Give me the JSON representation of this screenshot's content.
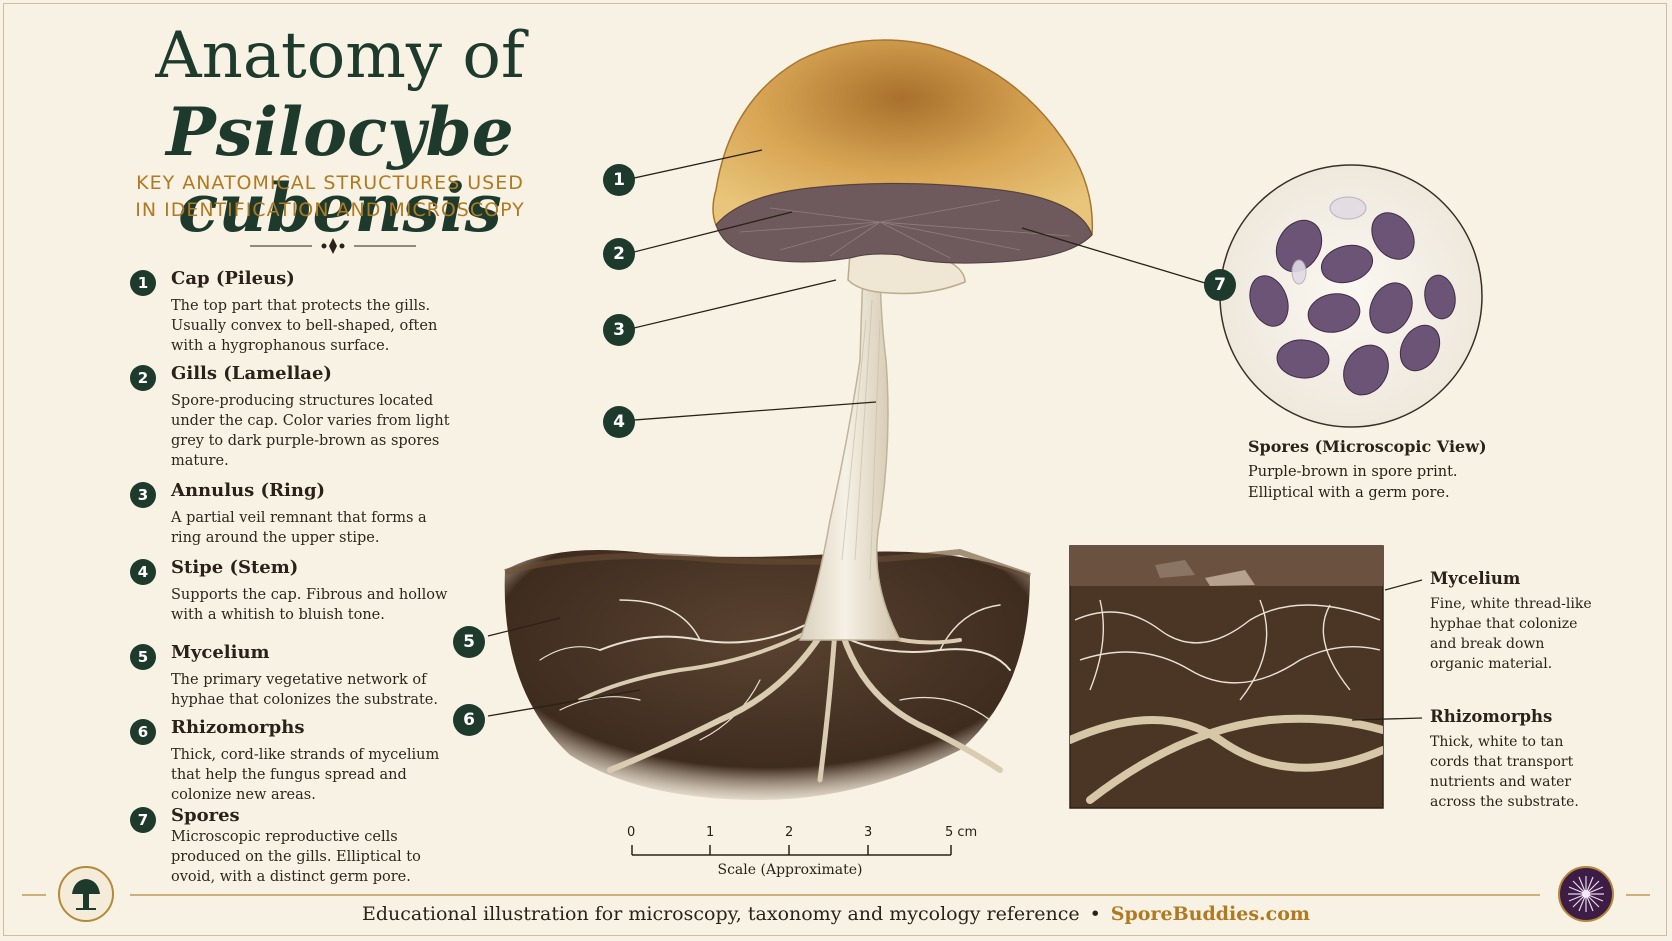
{
  "title": {
    "line1": "Anatomy of",
    "line2": "Psilocybe cubensis"
  },
  "subtitle": {
    "line1": "KEY ANATOMICAL STRUCTURES USED",
    "line2": "IN IDENTIFICATION AND MICROSCOPY"
  },
  "legend": [
    {
      "num": "1",
      "name": "Cap (Pileus)",
      "desc": "The top part that protects the gills. Usually convex to bell-shaped, often with a hygrophanous surface."
    },
    {
      "num": "2",
      "name": "Gills (Lamellae)",
      "desc": "Spore-producing structures located under the cap. Color varies from light grey to dark purple-brown as spores mature."
    },
    {
      "num": "3",
      "name": "Annulus (Ring)",
      "desc": "A partial veil remnant that forms a ring around the upper stipe."
    },
    {
      "num": "4",
      "name": "Stipe (Stem)",
      "desc": "Supports the cap. Fibrous and hollow with a whitish to bluish tone."
    },
    {
      "num": "5",
      "name": "Mycelium",
      "desc": "The primary vegetative network of hyphae that colonizes the substrate."
    },
    {
      "num": "6",
      "name": "Rhizomorphs",
      "desc": "Thick, cord-like strands of mycelium that help the fungus spread and colonize new areas."
    },
    {
      "num": "7",
      "name": "Spores",
      "desc": "Microscopic reproductive cells produced on the gills. Elliptical to ovoid, with a distinct germ pore."
    }
  ],
  "callouts": [
    "1",
    "2",
    "3",
    "4",
    "5",
    "6",
    "7"
  ],
  "spores_view": {
    "title": "Spores (Microscopic View)",
    "desc": "Purple-brown in spore print. Elliptical with a germ pore."
  },
  "inset": {
    "mycelium_title": "Mycelium",
    "mycelium_desc": "Fine, white thread-like hyphae that colonize and break down organic material.",
    "rhizo_title": "Rhizomorphs",
    "rhizo_desc": "Thick, white to tan cords that transport nutrients and water across the substrate."
  },
  "scale": {
    "ticks": [
      "0",
      "1",
      "2",
      "3",
      "5 cm"
    ],
    "title": "Scale (Approximate)"
  },
  "footer": {
    "text": "Educational illustration for microscopy, taxonomy and mycology reference",
    "separator": "•",
    "brand": "SporeBuddies.com"
  },
  "colors": {
    "background": "#f8f2e4",
    "title_green": "#1d3a2c",
    "accent_gold": "#b07a22",
    "cap": "#c8923f",
    "gills": "#6e5a5c",
    "soil": "#4a3626",
    "spore": "#6c5476"
  }
}
